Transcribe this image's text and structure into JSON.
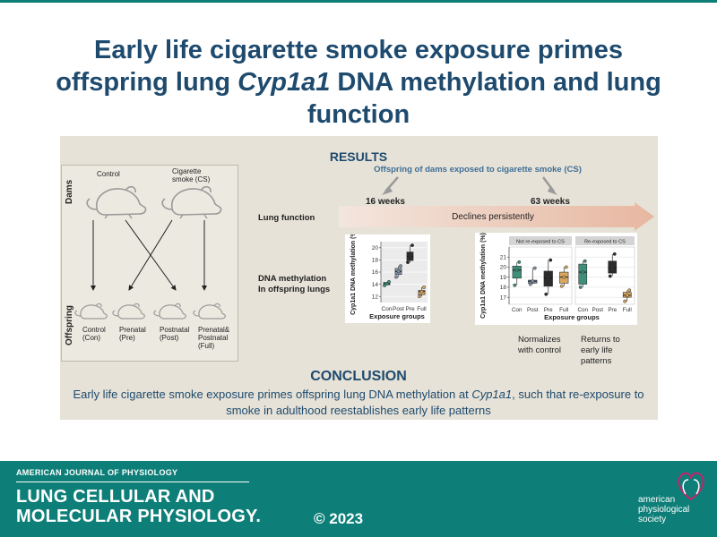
{
  "title": {
    "part1": "Early life cigarette smoke exposure primes offspring lung ",
    "gene": "Cyp1a1",
    "part2": " DNA methylation and lung function"
  },
  "exposure_diagram": {
    "dams_label": "Dams",
    "offspring_label": "Offspring",
    "control_label": "Control",
    "cs_label_line1": "Cigarette",
    "cs_label_line2": "smoke (CS)",
    "groups": [
      {
        "line1": "Control",
        "line2": "(Con)"
      },
      {
        "line1": "Prenatal",
        "line2": "(Pre)"
      },
      {
        "line1": "Postnatal",
        "line2": "(Post)"
      },
      {
        "line1": "Prenatal&",
        "line2": "Postnatal",
        "line3": "(Full)"
      }
    ]
  },
  "results": {
    "heading": "RESULTS",
    "subheading": "Offspring of dams exposed to cigarette smoke (CS)",
    "week1": "16 weeks",
    "week2": "63 weeks",
    "lung_function_label": "Lung function",
    "lung_function_text": "Declines persistently",
    "dna_label_line1": "DNA methylation",
    "dna_label_line2": "In offspring lungs",
    "note1_line1": "Normalizes",
    "note1_line2": "with control",
    "note2_line1": "Returns to",
    "note2_line2": "early life",
    "note2_line3": "patterns"
  },
  "chart_data": [
    {
      "type": "box",
      "title": "",
      "ylabel": "Cyp1a1 DNA methylation (%)",
      "xlabel": "Exposure groups",
      "ylim": [
        11,
        21
      ],
      "yticks": [
        12,
        14,
        16,
        18,
        20
      ],
      "categories": [
        "Con",
        "Post",
        "Pre",
        "Full"
      ],
      "colors": [
        "#3d8f7a",
        "#8294a8",
        "#2b2b2b",
        "#d9a85e"
      ],
      "boxes": [
        {
          "min": 13.8,
          "q1": 13.9,
          "median": 14.1,
          "q3": 14.3,
          "max": 14.4
        },
        {
          "min": 15.2,
          "q1": 15.6,
          "median": 16.1,
          "q3": 16.6,
          "max": 17.0
        },
        {
          "min": 17.6,
          "q1": 17.9,
          "median": 18.6,
          "q3": 19.3,
          "max": 20.4
        },
        {
          "min": 12.0,
          "q1": 12.3,
          "median": 12.8,
          "q3": 13.0,
          "max": 13.5
        }
      ]
    },
    {
      "type": "box",
      "title": "",
      "facets": [
        "Not re-exposed to CS",
        "Re-exposed to CS"
      ],
      "ylabel": "Cyp1a1 DNA methylation (%)",
      "xlabel": "Exposure groups",
      "ylim": [
        16.3,
        22
      ],
      "yticks": [
        17,
        18,
        19,
        20,
        21
      ],
      "categories": [
        "Con",
        "Post",
        "Pre",
        "Full"
      ],
      "colors": [
        "#3d8f7a",
        "#8294a8",
        "#2b2b2b",
        "#d9a85e"
      ],
      "boxes_not_reexposed": [
        {
          "min": 18.2,
          "q1": 18.9,
          "median": 19.7,
          "q3": 20.1,
          "max": 20.5
        },
        {
          "min": 18.3,
          "q1": 18.4,
          "median": 18.6,
          "q3": 18.7,
          "max": 19.9
        },
        {
          "min": 17.3,
          "q1": 18.1,
          "median": 18.9,
          "q3": 19.6,
          "max": 20.7
        },
        {
          "min": 18.1,
          "q1": 18.4,
          "median": 19.0,
          "q3": 19.5,
          "max": 20.0
        }
      ],
      "boxes_reexposed": [
        {
          "min": 18.0,
          "q1": 18.3,
          "median": 19.5,
          "q3": 20.3,
          "max": 20.6
        },
        null,
        {
          "min": 19.1,
          "q1": 19.4,
          "median": 19.9,
          "q3": 20.6,
          "max": 21.3
        },
        {
          "min": 16.6,
          "q1": 17.0,
          "median": 17.2,
          "q3": 17.5,
          "max": 17.7
        }
      ]
    }
  ],
  "conclusion": {
    "heading": "CONCLUSION",
    "text_part1": "Early life cigarette smoke exposure primes offspring lung DNA methylation at ",
    "gene": "Cyp1a1",
    "text_part2": ", such that re-exposure to smoke in adulthood reestablishes early life patterns"
  },
  "footer": {
    "journal_line": "AMERICAN JOURNAL OF PHYSIOLOGY",
    "name_line1": "LUNG CELLULAR AND",
    "name_line2": "MOLECULAR PHYSIOLOGY.",
    "copyright": "© 2023",
    "society_line1": "american",
    "society_line2": "physiological",
    "society_line3": "society"
  }
}
